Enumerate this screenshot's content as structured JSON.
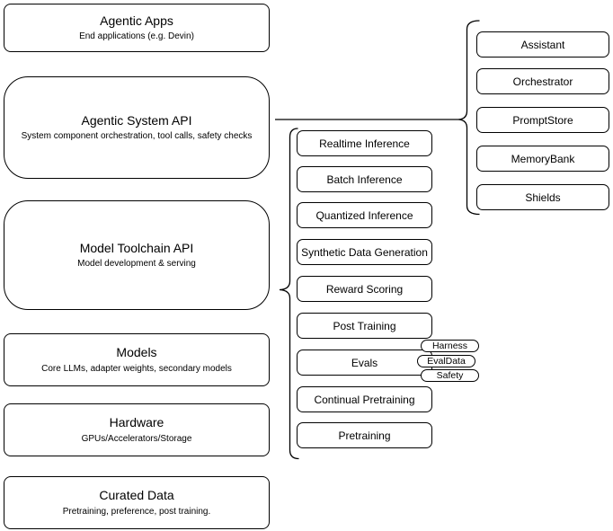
{
  "stack": [
    {
      "title": "Agentic Apps",
      "subtitle": "End applications (e.g. Devin)"
    },
    {
      "title": "Agentic System API",
      "subtitle": "System component orchestration, tool calls, safety checks"
    },
    {
      "title": "Model Toolchain API",
      "subtitle": "Model development & serving"
    },
    {
      "title": "Models",
      "subtitle": "Core LLMs, adapter weights, secondary models"
    },
    {
      "title": "Hardware",
      "subtitle": "GPUs/Accelerators/Storage"
    },
    {
      "title": "Curated Data",
      "subtitle": "Pretraining, preference, post training."
    }
  ],
  "toolchain_components": [
    "Realtime Inference",
    "Batch Inference",
    "Quantized Inference",
    "Synthetic Data Generation",
    "Reward Scoring",
    "Post Training",
    "Evals",
    "Continual Pretraining",
    "Pretraining"
  ],
  "eval_tags": [
    "Harness",
    "EvalData",
    "Safety"
  ],
  "system_components": [
    "Assistant",
    "Orchestrator",
    "PromptStore",
    "MemoryBank",
    "Shields"
  ],
  "colors": {
    "background": "#ffffff",
    "shape_fill": "#ffffff",
    "stroke": "#000000",
    "text": "#000000"
  }
}
